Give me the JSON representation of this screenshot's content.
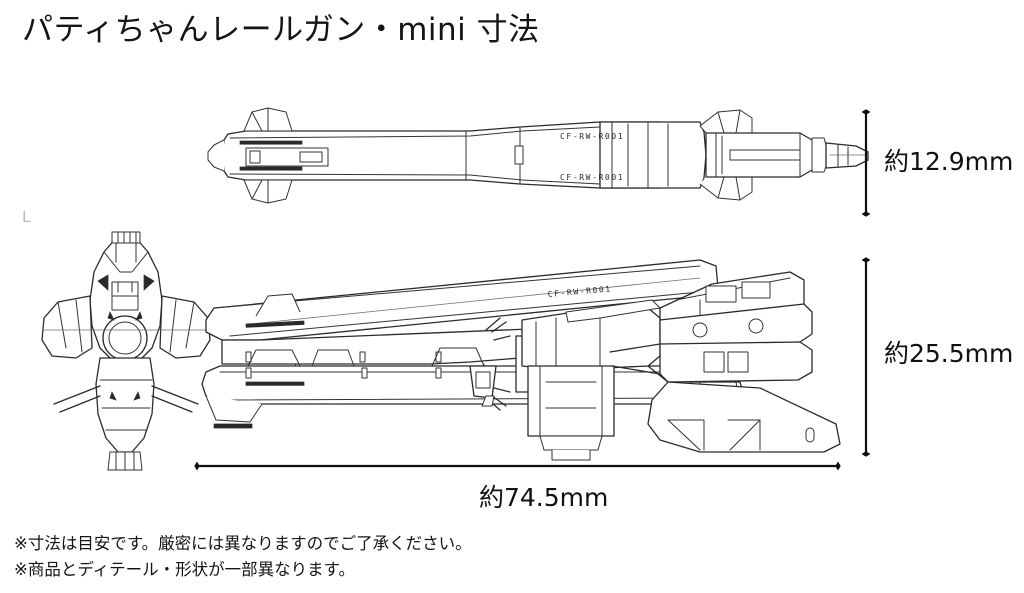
{
  "page": {
    "title": "パティちゃんレールガン・mini 寸法",
    "background_color": "#ffffff",
    "line_color": "#1a1a1a",
    "text_color": "#141414"
  },
  "dimensions": {
    "height_top_view": "約12.9mm",
    "height_side_view": "約25.5mm",
    "total_length": "約74.5mm"
  },
  "part_markings": {
    "top_view_upper": "CF-RW-R001",
    "top_view_lower": "CF-RW-R001",
    "side_view_barrel": "CF-RW-R001"
  },
  "notes": [
    "※寸法は目安です。厳密には異なりますのでご了承ください。",
    "※商品とディテール・形状が一部異なります。"
  ],
  "views": {
    "top": {
      "name": "top-view",
      "label": ""
    },
    "front": {
      "name": "front-view",
      "label": ""
    },
    "side": {
      "name": "side-view",
      "label": ""
    }
  },
  "artifact": {
    "glyph": "L"
  }
}
